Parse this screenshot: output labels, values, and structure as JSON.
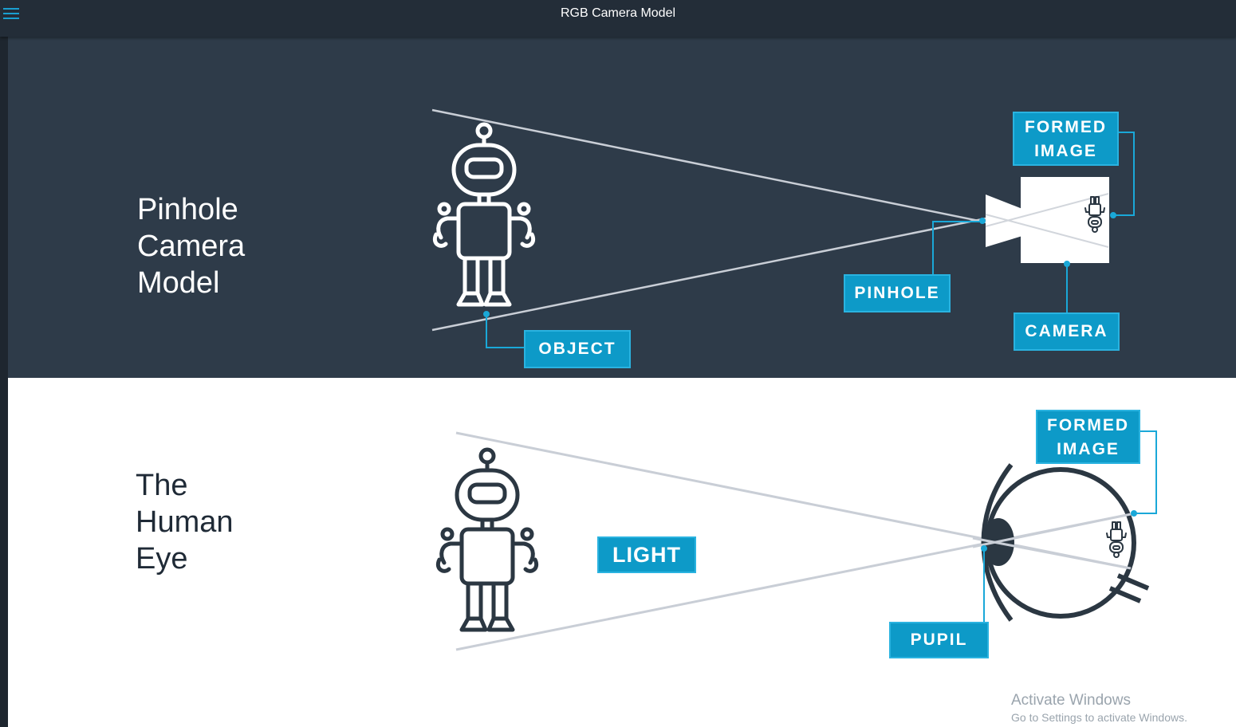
{
  "window": {
    "title": "RGB Camera Model"
  },
  "colors": {
    "dark_panel": "#2e3b49",
    "accent": "#0d9ac8",
    "ray": "#c9ced6",
    "ink": "#2b3742"
  },
  "pinhole_section": {
    "title_lines": [
      "Pinhole",
      "Camera",
      "Model"
    ],
    "labels": {
      "formed_image": [
        "FORMED",
        "IMAGE"
      ],
      "pinhole": "PINHOLE",
      "camera": "CAMERA",
      "object": "OBJECT"
    }
  },
  "eye_section": {
    "title_lines": [
      "The",
      "Human",
      "Eye"
    ],
    "labels": {
      "formed_image": [
        "FORMED",
        "IMAGE"
      ],
      "light": "LIGHT",
      "pupil": "PUPIL"
    }
  },
  "watermark": {
    "line1": "Activate Windows",
    "line2": "Go to Settings to activate Windows."
  }
}
